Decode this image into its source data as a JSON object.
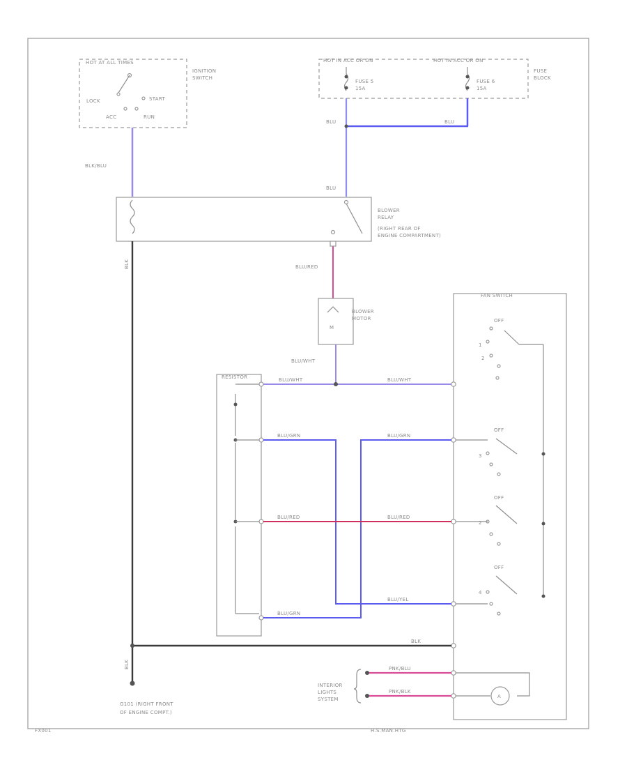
{
  "ignition": {
    "header": "HOT AT ALL TIMES",
    "label_line1": "IGNITION",
    "label_line2": "SWITCH",
    "pos_lock": "LOCK",
    "pos_start": "START",
    "pos_acc": "ACC",
    "pos_run": "RUN"
  },
  "fuse_block": {
    "header_left": "HOT IN ACC OR ON",
    "header_right": "HOT IN ACC OR ON",
    "fuse_left_name": "FUSE 5",
    "fuse_left_rating": "15A",
    "fuse_right_name": "FUSE 6",
    "fuse_right_rating": "15A",
    "label_line1": "FUSE",
    "label_line2": "BLOCK"
  },
  "relay": {
    "label_line1": "BLOWER",
    "label_line2": "RELAY",
    "label_line3": "(RIGHT REAR OF",
    "label_line4": "ENGINE COMPARTMENT)"
  },
  "motor": {
    "label_line1": "BLOWER",
    "label_line2": "MOTOR"
  },
  "resistor": {
    "label": "RESISTOR"
  },
  "fan_switch": {
    "label": "FAN SWITCH",
    "pos_off": "OFF",
    "pos_1": "1",
    "pos_2": "2",
    "pos_3": "3",
    "pos_4": "4"
  },
  "interior": {
    "label_line1": "INTERIOR",
    "label_line2": "LIGHTS",
    "label_line3": "SYSTEM"
  },
  "ground": {
    "label_line1": "G101 (RIGHT FRONT",
    "label_line2": "OF ENGINE COMPT.)"
  },
  "wires": {
    "blk_blu": "BLK/BLU",
    "blu_top": "BLU",
    "blu_fuse": "BLU",
    "blu_relay": "BLU",
    "blu_red": "BLU/RED",
    "blu_wht_motor": "BLU/WHT",
    "blk_relay": "BLK",
    "blk_ground": "BLK",
    "blk_fan": "BLK",
    "res_blu_wht": "BLU/WHT",
    "sw_blu_wht": "BLU/WHT",
    "res_blu_grn": "BLU/GRN",
    "sw_blu_grn": "BLU/GRN",
    "res_blu_red": "BLU/RED",
    "sw_blu_red": "BLU/RED",
    "sw_blu_yel": "BLU/YEL",
    "res_blu_grn_bottom": "BLU/GRN",
    "pnk_blu": "PNK/BLU",
    "pnk_blk": "PNK/BLK"
  },
  "footer": {
    "left_code": "FX001",
    "center_code": "H.S.MAN.HTG"
  },
  "colors": {
    "wire_blue": "#5b5bf0",
    "wire_violet": "#9a8ae8",
    "wire_pink": "#d84c96",
    "wire_red": "#d03060",
    "wire_black": "#3a3a3a",
    "outline_gray": "#9a9a9a"
  }
}
